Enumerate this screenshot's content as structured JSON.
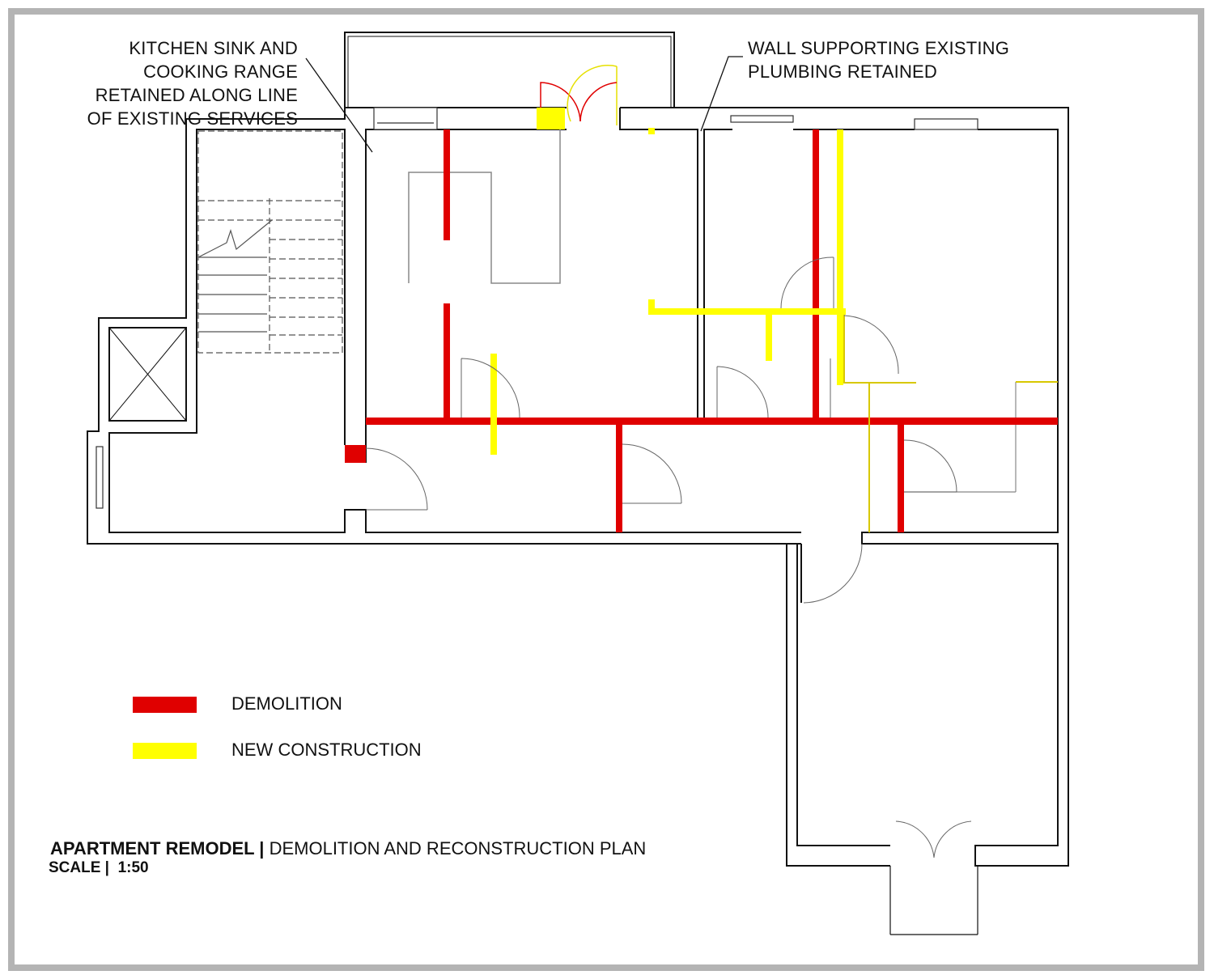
{
  "annotations": {
    "kitchen_note": [
      "KITCHEN SINK AND",
      "COOKING RANGE",
      "RETAINED ALONG LINE",
      "OF EXISTING SERVICES"
    ],
    "wall_note": [
      "WALL SUPPORTING EXISTING",
      "PLUMBING RETAINED"
    ]
  },
  "legend": [
    {
      "label": "DEMOLITION",
      "color": "#e00000"
    },
    {
      "label": "NEW CONSTRUCTION",
      "color": "#ffff00"
    }
  ],
  "title": {
    "project": "APARTMENT REMODEL |",
    "subtitle": "DEMOLITION AND RECONSTRUCTION PLAN",
    "scale_label": "SCALE |",
    "scale_value": "1:50"
  },
  "colors": {
    "demolition": "#e00000",
    "new_construction": "#ffff00",
    "wall": "#111111",
    "frame": "#b4b4b4"
  }
}
